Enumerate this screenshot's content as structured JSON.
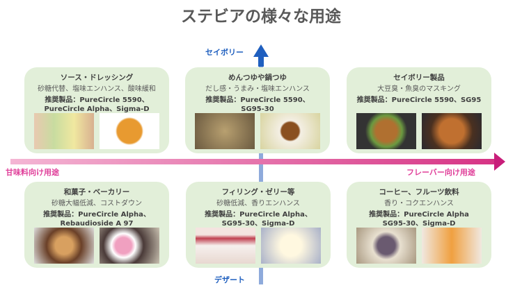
{
  "title": "ステビアの様々な用途",
  "axes": {
    "up": "セイボリー",
    "down": "デザート",
    "left": "甘味料向け用途",
    "right": "フレーバー向け用途"
  },
  "cards": [
    {
      "heading": "ソース・ドレッシング",
      "sub": "砂糖代替、塩味エンハンス、酸味緩和",
      "rec1": "推奨製品：PureCircle 5590、",
      "rec2": "PureCircle Alpha、Sigma-D",
      "images": [
        "dressing-bottles",
        "soup-bowl"
      ]
    },
    {
      "heading": "めんつゆや鍋つゆ",
      "sub": "だし感・うまみ・塩味エンハンス",
      "rec1": "推奨製品：PureCircle 5590、",
      "rec2": "SG95-30",
      "images": [
        "hot-pot",
        "dipping-sauce"
      ]
    },
    {
      "heading": "セイボリー製品",
      "sub": "大豆臭・魚臭のマスキング",
      "rec1": "推奨製品：PureCircle 5590、SG95",
      "rec2": "",
      "images": [
        "fried-food",
        "burger"
      ]
    },
    {
      "heading": "和菓子・ベーカリー",
      "sub": "砂糖大幅低減、コストダウン",
      "rec1": "推奨製品：PureCircle Alpha、",
      "rec2": "Rebaudioside A 97",
      "images": [
        "donuts",
        "daifuku"
      ]
    },
    {
      "heading": "フィリング・ゼリー等",
      "sub": "砂糖低減、香りエンハンス",
      "rec1": "推奨製品：PureCircle Alpha、",
      "rec2": "SG95-30、Sigma-D",
      "images": [
        "parfait",
        "jelly"
      ]
    },
    {
      "heading": "コーヒー、フルーツ飲料",
      "sub": "香り・コクエンハンス",
      "rec1": "推奨製品：PureCircle Alpha",
      "rec2": "SG95-30、Sigma-D",
      "images": [
        "coffee",
        "juice"
      ]
    }
  ],
  "colors": {
    "card": "#e2efd9",
    "blue": "#1f5fbf",
    "pink": "#d63384"
  }
}
